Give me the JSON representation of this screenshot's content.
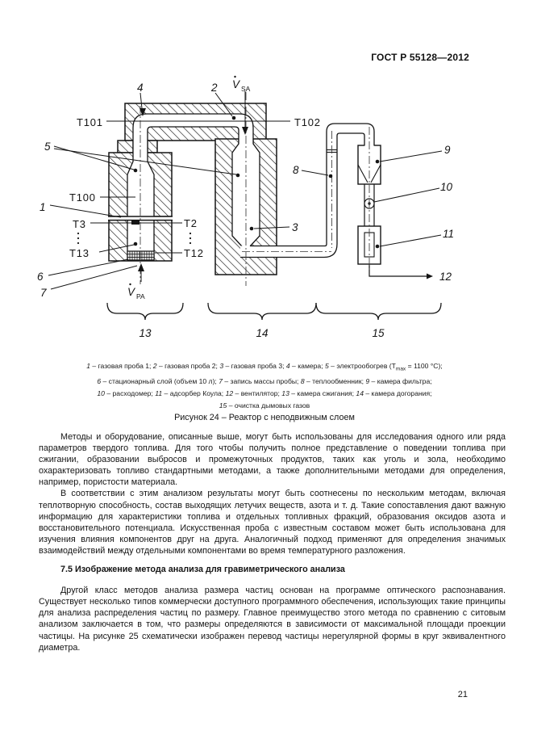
{
  "page": {
    "header": "ГОСТ Р 55128—2012",
    "page_number": "21"
  },
  "figure": {
    "caption": "Рисунок 24 – Реактор с неподвижным слоем",
    "labels": {
      "t101": "Т101",
      "t102": "Т102",
      "t100": "Т100",
      "t3": "Т3",
      "t2": "Т2",
      "t13": "Т13",
      "t12": "Т12",
      "n1": "1",
      "n2": "2",
      "n3": "3",
      "n4": "4",
      "n5": "5",
      "n6": "6",
      "n7": "7",
      "n8": "8",
      "n9": "9",
      "n10": "10",
      "n11": "11",
      "n12": "12",
      "n13": "13",
      "n14": "14",
      "n15": "15",
      "vsa_v": "V",
      "vsa_sub": "SA",
      "vpa_v": "V",
      "vpa_sub": "PA",
      "dots_left": "",
      "dots_right": ""
    },
    "legend_lines": [
      {
        "items": [
          {
            "n": "1",
            "t": "газовая проба 1"
          },
          {
            "n": "2",
            "t": "газовая проба 2"
          },
          {
            "n": "3",
            "t": "газовая проба 3"
          },
          {
            "n": "4",
            "t": "камера"
          },
          {
            "n": "5",
            "t": "электрообогрев (Т{max} = 1100 °С)"
          }
        ],
        "tail": ";"
      },
      {
        "items": [
          {
            "n": "6",
            "t": "стационарный слой (объем 10 л)"
          },
          {
            "n": "7",
            "t": "запись массы пробы"
          },
          {
            "n": "8",
            "t": "теплообменник"
          },
          {
            "n": "9",
            "t": "камера фильтра"
          }
        ],
        "tail": ";"
      },
      {
        "items": [
          {
            "n": "10",
            "t": "расходомер"
          },
          {
            "n": "11",
            "t": "адсорбер Коула"
          },
          {
            "n": "12",
            "t": "вентилятор"
          },
          {
            "n": "13",
            "t": "камера сжигания"
          },
          {
            "n": "14",
            "t": "камера догорания"
          }
        ],
        "tail": ";"
      },
      {
        "items": [
          {
            "n": "15",
            "t": "очистка дымовых газов"
          }
        ],
        "tail": ""
      }
    ]
  },
  "content": {
    "para1": "Методы и оборудование, описанные выше, могут быть использованы для исследования одного или ряда параметров твердого топлива. Для того чтобы получить полное представление о поведении топлива при сжигании, образовании выбросов и промежуточных продуктов, таких как уголь и зола, необходимо охарактеризовать топливо стандартными методами, а также дополнительными методами для определения, например, пористости материала.",
    "para2": "В соответствии с этим анализом результаты могут быть соотнесены по нескольким методам, включая теплотворную способность, состав выходящих летучих веществ, азота и т. д. Такие сопоставления дают важную информацию для характеристики топлива и отдельных топливных фракций, образования оксидов азота и восстановительного потенциала. Искусственная проба с известным составом может быть использована для изучения влияния компонентов друг на друга. Аналогичный подход применяют для определения значимых взаимодействий между отдельными компонентами во время температурного разложения.",
    "heading": "7.5 Изображение метода анализа для гравиметрического анализа",
    "para3": "Другой класс методов анализа размера частиц основан на программе оптического распознавания. Существует несколько типов коммерчески доступного программного обеспечения, использующих такие принципы для анализа распределения частиц по размеру. Главное преимущество этого метода по сравнению с ситовым анализом заключается в том, что размеры определяются в зависимости от максимальной площади проекции частицы. На рисунке 25 схематически изображен перевод частицы нерегулярной формы в круг эквивалентного диаметра."
  }
}
